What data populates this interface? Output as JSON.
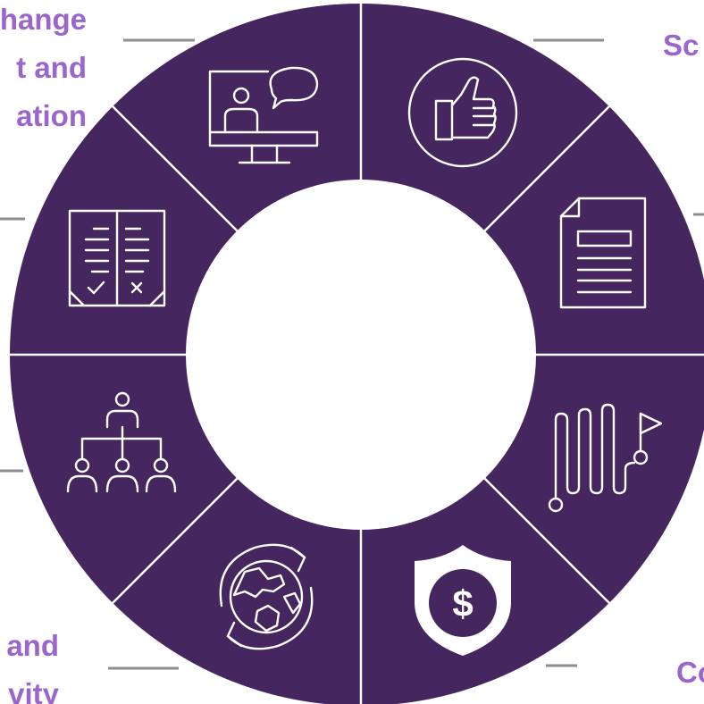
{
  "colors": {
    "ring": "#45265F",
    "divider": "#ffffff",
    "label": "#9A66CC",
    "connector": "#8E8E8E",
    "background": "#ffffff"
  },
  "labels": {
    "top_left_line1": "hange",
    "top_left_line2": "t and",
    "top_left_line3": "ation",
    "top_right": "Sc",
    "bottom_left_line1": "and",
    "bottom_left_line2": "vity",
    "bottom_right": "Co"
  },
  "segments": [
    {
      "icon": "video-call-icon"
    },
    {
      "icon": "thumbs-up-icon"
    },
    {
      "icon": "document-icon"
    },
    {
      "icon": "roadmap-flag-icon"
    },
    {
      "icon": "shield-dollar-icon"
    },
    {
      "icon": "global-refresh-icon"
    },
    {
      "icon": "org-chart-icon"
    },
    {
      "icon": "checklist-book-icon"
    }
  ],
  "shield_symbol": "$"
}
